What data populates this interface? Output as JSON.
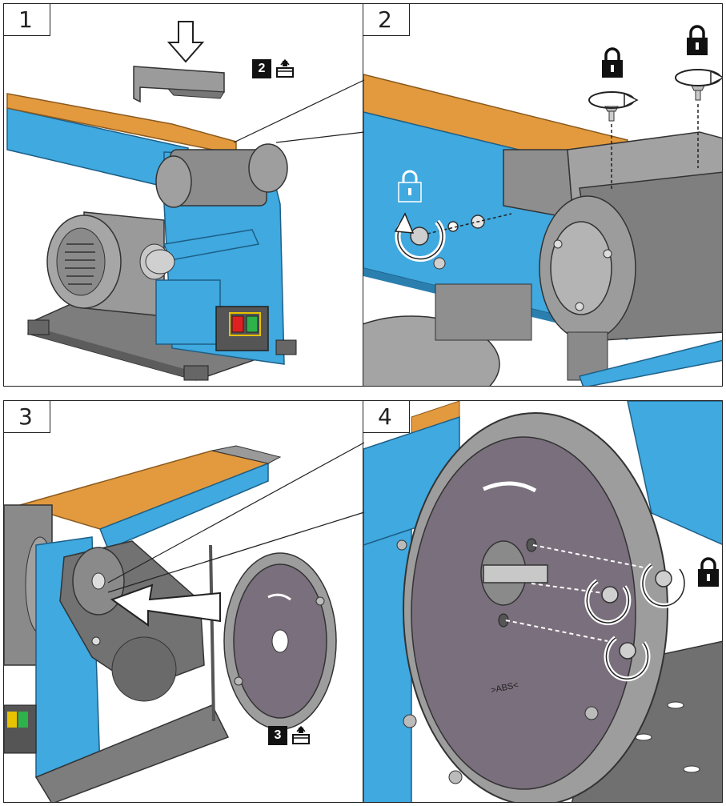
{
  "steps": [
    {
      "number": "1",
      "ref_badge": "2"
    },
    {
      "number": "2"
    },
    {
      "number": "3",
      "ref_badge": "3"
    },
    {
      "number": "4",
      "disc_marking": ">ABS<"
    }
  ],
  "icons": [
    "lock-icon",
    "rotate-arrow-icon",
    "screw-icon",
    "down-arrow-icon",
    "box-part-icon",
    "insert-arrow-icon"
  ],
  "colors": {
    "frame": "#3fa9e0",
    "belt": "#e39a3e",
    "metal": "#8f8f8f",
    "disc": "#7a6f7c",
    "outline": "#222222"
  }
}
